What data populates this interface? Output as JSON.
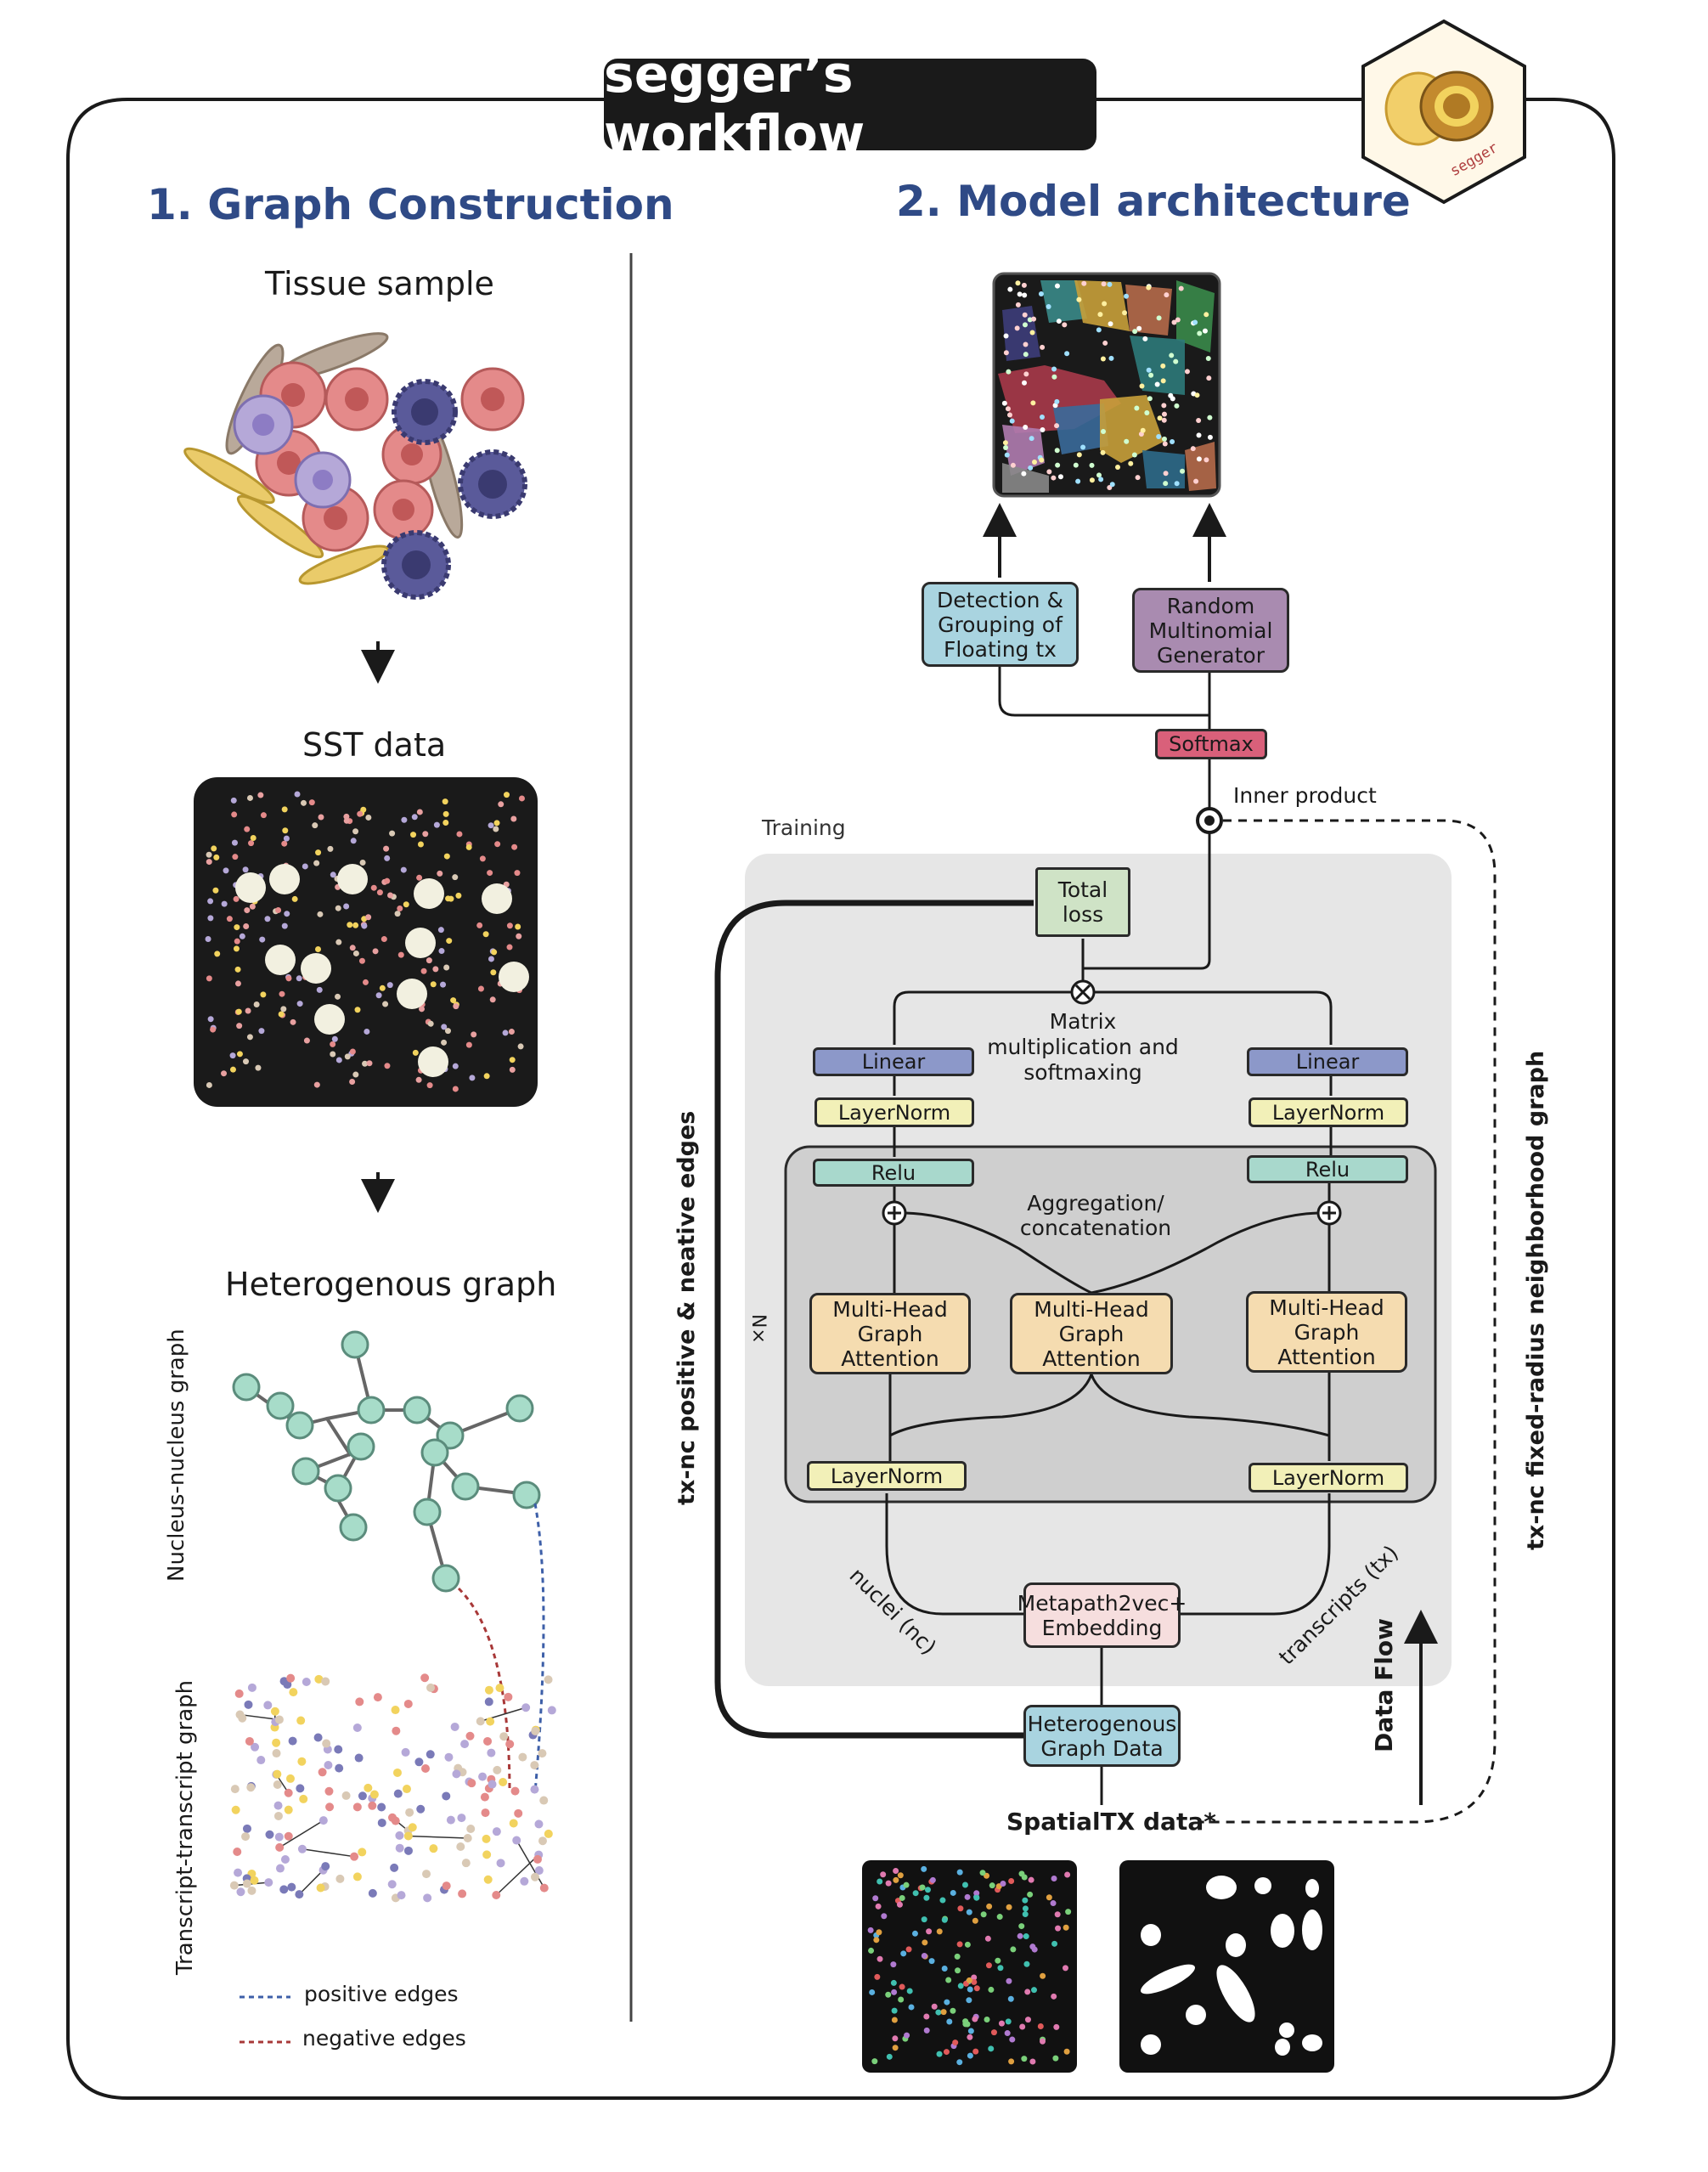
{
  "header": {
    "title": "segger’s workflow",
    "logo_text": "segger"
  },
  "left": {
    "section_title": "1. Graph Construction",
    "tissue_label": "Tissue sample",
    "sst_label": "SST data",
    "hetero_label": "Heterogenous graph",
    "nn_graph_label": "Nucleus-nucleus graph",
    "tt_graph_label": "Transcript-transcript graph",
    "legend": {
      "positive": "positive edges",
      "negative": "negative edges"
    }
  },
  "right": {
    "section_title": "2. Model architecture",
    "detection_box": "Detection & Grouping of Floating tx",
    "random_box": "Random Multinomial Generator",
    "softmax": "Softmax",
    "inner_product": "Inner product",
    "training": "Training",
    "total_loss": "Total loss",
    "matrix_mult": "Matrix multiplication and softmaxing",
    "linear_left": "Linear",
    "linear_right": "Linear",
    "layernorm_top_left": "LayerNorm",
    "layernorm_top_right": "LayerNorm",
    "relu_left": "Relu",
    "relu_right": "Relu",
    "aggregation": "Aggregation/ concatenation",
    "nx": "N×",
    "mhga_1": "Multi-Head Graph Attention",
    "mhga_2": "Multi-Head Graph Attention",
    "mhga_3": "Multi-Head Graph Attention",
    "layernorm_bottom_left": "LayerNorm",
    "layernorm_bottom_right": "LayerNorm",
    "nuclei": "nuclei (nc)",
    "transcripts": "transcripts (tx)",
    "metapath": "Metapath2vec+ Embedding",
    "hetero_data": "Heterogenous Graph Data",
    "spatialtx": "SpatialTX data*",
    "pos_neg_edges": "tx-nc positive & neative edges",
    "fixed_radius": "tx-nc fixed-radius neighborhood graph",
    "data_flow": "Data Flow"
  },
  "colors": {
    "title_blue": "#2f4a86",
    "detection": "#a9d4e0",
    "random": "#a98bb0",
    "softmax": "#d9607a",
    "total_loss": "#cfe3c6",
    "linear": "#8c98c9",
    "layernorm": "#f2f0b8",
    "relu": "#a8d8cc",
    "mhga": "#f5dcb0",
    "metapath": "#f6dede",
    "hetero": "#a9d4e0",
    "training_bg": "#e6e6e6",
    "nx_bg": "#cfcfcf",
    "node": "#a7dcc9",
    "positive_edge": "#3d5fa8",
    "negative_edge": "#a83838"
  }
}
